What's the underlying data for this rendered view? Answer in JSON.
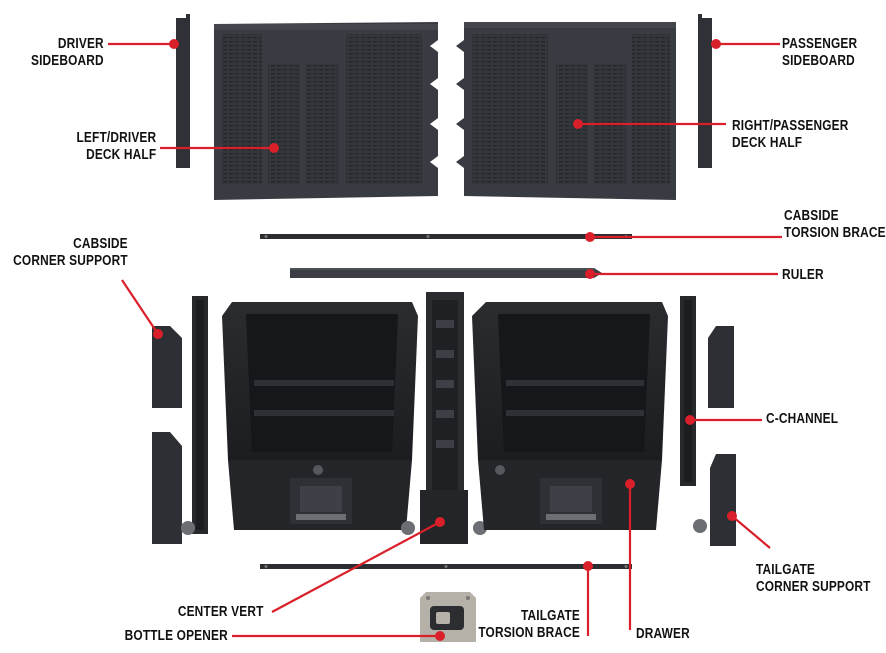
{
  "diagram": {
    "labels": {
      "driver_sideboard": [
        "DRIVER",
        "SIDEBOARD"
      ],
      "left_driver_deck_half": [
        "LEFT/DRIVER",
        "DECK HALF"
      ],
      "passenger_sideboard": [
        "PASSENGER",
        "SIDEBOARD"
      ],
      "right_passenger_deck_half": [
        "RIGHT/PASSENGER",
        "DECK HALF"
      ],
      "cabside_torsion_brace": [
        "CABSIDE",
        "TORSION BRACE"
      ],
      "ruler": [
        "RULER"
      ],
      "cabside_corner_support": [
        "CABSIDE",
        "CORNER SUPPORT"
      ],
      "c_channel": [
        "C-CHANNEL"
      ],
      "tailgate_corner_support": [
        "TAILGATE",
        "CORNER SUPPORT"
      ],
      "center_vert": [
        "CENTER VERT"
      ],
      "bottle_opener": [
        "BOTTLE OPENER"
      ],
      "tailgate_torsion_brace": [
        "TAILGATE",
        "TORSION BRACE"
      ],
      "drawer": [
        "DRAWER"
      ]
    },
    "colors": {
      "callout": "#d9202a",
      "part_dark": "#2b2d31",
      "part_mid": "#3a3d43",
      "part_light": "#4a4e55",
      "text": "#111111",
      "plate": "#b5b0a8"
    }
  }
}
